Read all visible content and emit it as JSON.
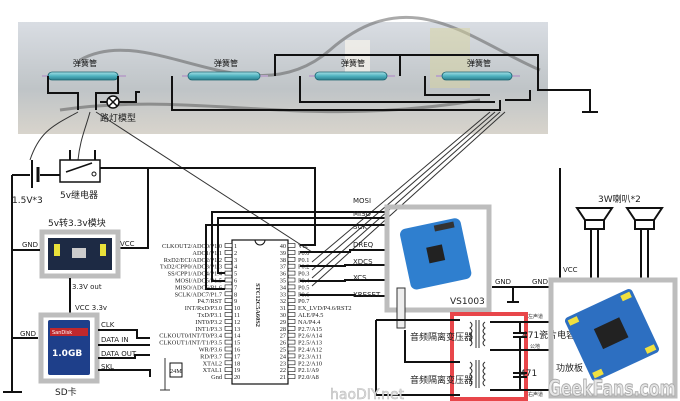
{
  "photo": {
    "reed_switches": [
      "弹簧管",
      "弹簧管",
      "弹簧管",
      "弹簧管"
    ],
    "lamp_label": "路灯模型"
  },
  "power": {
    "battery_label": "1.5V*3",
    "relay_label": "5v继电器"
  },
  "regulator": {
    "title": "5v转3.3v模块",
    "gnd": "GND",
    "vcc": "VCC",
    "out": "3.3V out"
  },
  "sd": {
    "vcc": "VCC 3.3v",
    "gnd": "GND",
    "card_brand": "SanDisk",
    "card_size": "1.0GB",
    "pins": [
      "CLK",
      "DATA IN",
      "DATA OUT",
      "SKL"
    ],
    "label": "SD卡"
  },
  "mcu": {
    "name": "STC12C5A60S2",
    "left_pins": [
      "CLKOUT2/ADC0/P1.0",
      "ADC1/P1.1",
      "RxD2/ECI/ADC2/P1.2",
      "TxD2/CPP0/ADC3/P1.3",
      "SS/CPP1/ADC4/P1.4",
      "MOSI/ADC5/P1.5",
      "MISO/ADC6/P1.6",
      "SCLK/ADC7/P1.7",
      "P4.7/RST",
      "INT/RxD/P3.0",
      "TxD/P3.1",
      "INT0/P3.2",
      "INT1/P3.3",
      "CLKOUT0/INT/T0/P3.4",
      "CLKOUT1/INT/T1/P3.5",
      "WR/P3.6",
      "RD/P3.7",
      "XTAL2",
      "XTAL1",
      "Gnd"
    ],
    "right_pins": [
      "Vcc",
      "P0.0",
      "P0.1",
      "P0.2",
      "P0.3",
      "P0.4",
      "P0.5",
      "P0.6",
      "P0.7",
      "EX_LVD/P4.6/RST2",
      "ALE/P4.5",
      "NA/P4.4",
      "P2.7/A15",
      "P2.6/A14",
      "P2.5/A13",
      "P2.4/A12",
      "P2.3/A11",
      "P2.2/A10",
      "P2.1/A9",
      "P2.0/A8"
    ],
    "left_numbers": [
      "1",
      "2",
      "3",
      "4",
      "5",
      "6",
      "7",
      "8",
      "9",
      "10",
      "11",
      "12",
      "13",
      "14",
      "15",
      "16",
      "17",
      "18",
      "19",
      "20"
    ],
    "right_numbers": [
      "40",
      "39",
      "38",
      "37",
      "36",
      "35",
      "34",
      "33",
      "32",
      "31",
      "30",
      "29",
      "28",
      "27",
      "26",
      "25",
      "24",
      "23",
      "22",
      "21"
    ],
    "crystal": "24M"
  },
  "vs1003": {
    "signals": [
      "MOSI",
      "MISO",
      "SCK",
      "DREQ",
      "XDCS",
      "XCS",
      "XRESET"
    ],
    "label": "VS1003"
  },
  "audio": {
    "transformer_1": "音频隔离变压器",
    "transformer_2": "音频隔离变压器",
    "cap_1": "471瓷片电容",
    "cap_2": "471",
    "left_channel": "左声道",
    "common_ground": "公地",
    "right_channel": "右声道",
    "highlight_color": "#e8464a"
  },
  "amp": {
    "speakers_label": "3W喇叭*2",
    "gnd_1": "GND",
    "gnd_2": "GND",
    "vcc": "VCC",
    "label": "功放板"
  },
  "watermarks": {
    "haodiy": "haoDIY.net",
    "geekfans": "GeekFans.com"
  }
}
